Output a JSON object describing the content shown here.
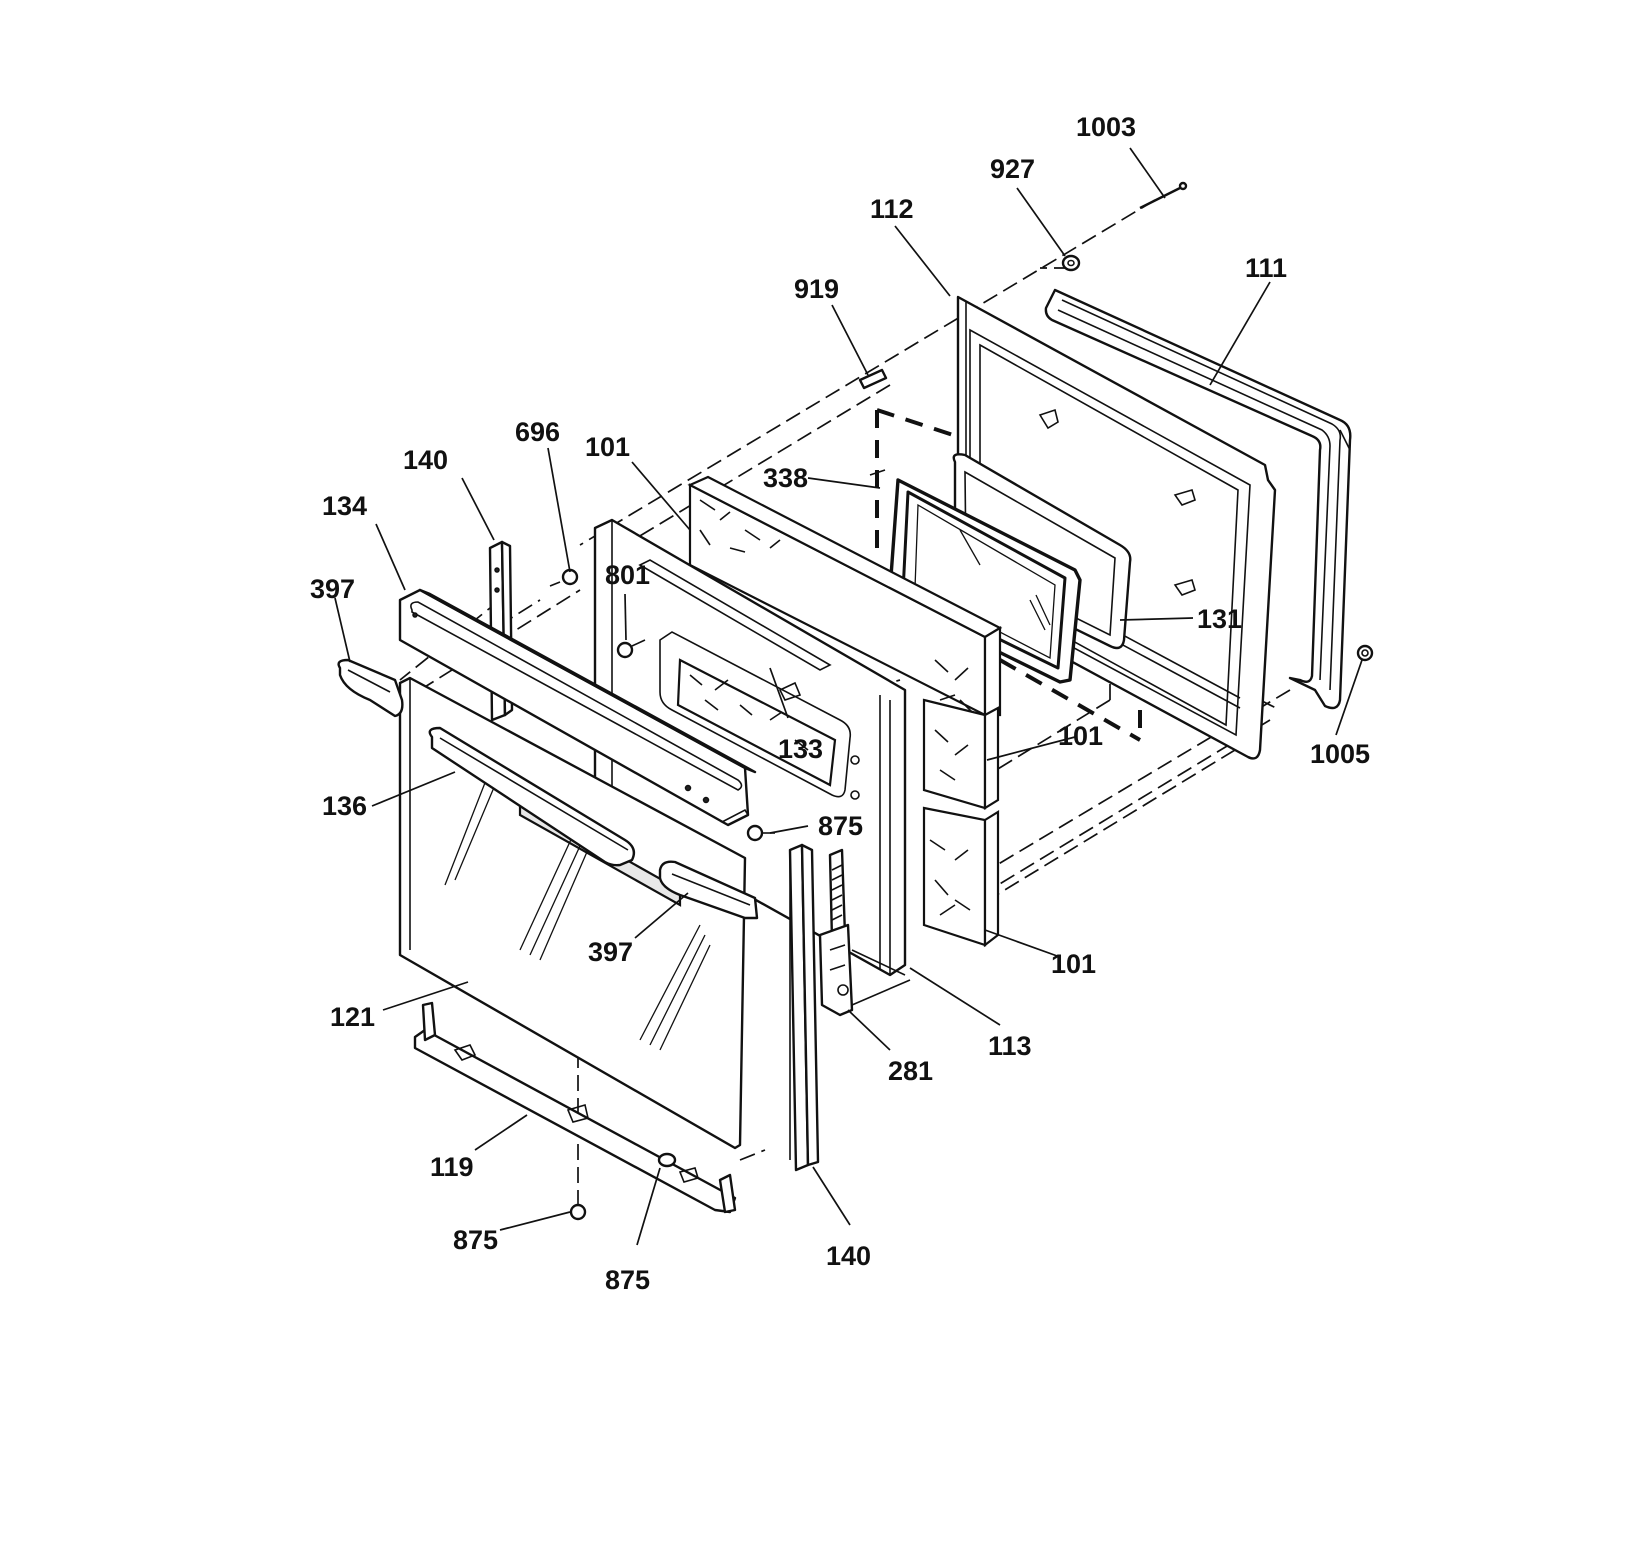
{
  "callouts": {
    "c1003": "1003",
    "c927": "927",
    "c112": "112",
    "c111": "111",
    "c919": "919",
    "c338": "338",
    "c696": "696",
    "c101_top": "101",
    "c140_top": "140",
    "c134": "134",
    "c397_left": "397",
    "c801": "801",
    "c131": "131",
    "c1005": "1005",
    "c101_mid": "101",
    "c133": "133",
    "c136": "136",
    "c875_mid": "875",
    "c397_right": "397",
    "c101_bot": "101",
    "c121": "121",
    "c113": "113",
    "c281": "281",
    "c119": "119",
    "c875_left": "875",
    "c875_bot": "875",
    "c140_bot": "140"
  }
}
